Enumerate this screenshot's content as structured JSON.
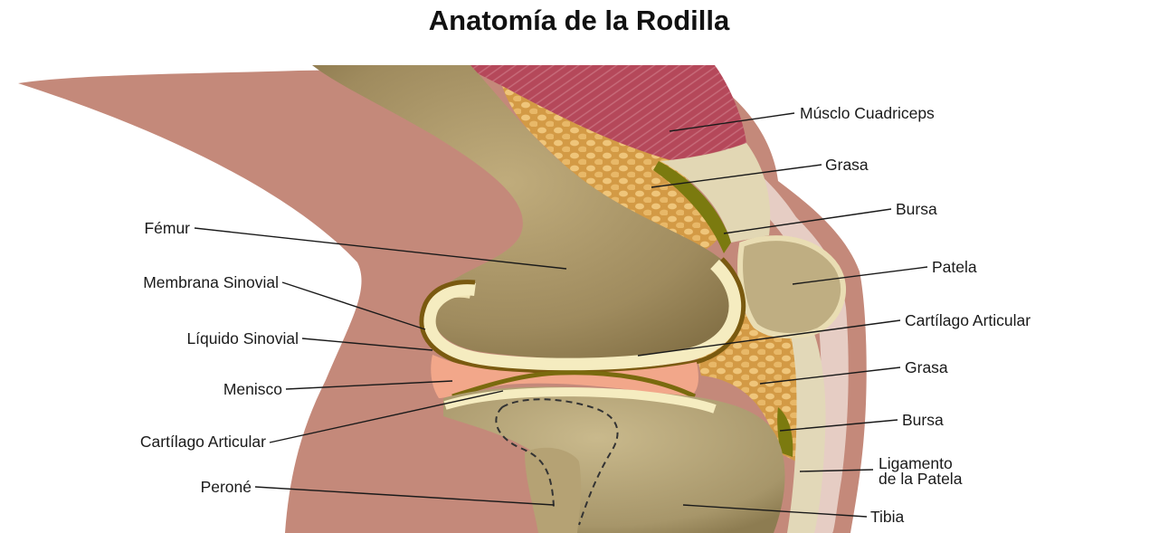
{
  "title": "Anatomía de la Rodilla",
  "labels": {
    "musculo_cuadriceps": "Músclo Cuadriceps",
    "grasa_superior": "Grasa",
    "bursa_superior": "Bursa",
    "patela": "Patela",
    "cartilago_articular_derecho": "Cartílago Articular",
    "grasa_inferior": "Grasa",
    "bursa_inferior": "Bursa",
    "ligamento_linea1": "Ligamento",
    "ligamento_linea2": "de la Patela",
    "tibia": "Tibia",
    "femur": "Fémur",
    "membrana_sinovial": "Membrana Sinovial",
    "liquido_sinovial": "Líquido Sinovial",
    "menisco": "Menisco",
    "cartilago_articular_izquierdo": "Cartílago Articular",
    "perone": "Peroné"
  },
  "colors": {
    "skin": "#c4897a",
    "skin_light": "#e8d2cb",
    "muscle": "#b24a5a",
    "fat": "#d9a44e",
    "bone": "#a89467",
    "bone_light": "#cbbd92",
    "cartilage": "#f3e9b8",
    "synovial_membrane": "#7a6a0e",
    "meniscus": "#f0a688",
    "tendon": "#e2d7b4"
  }
}
